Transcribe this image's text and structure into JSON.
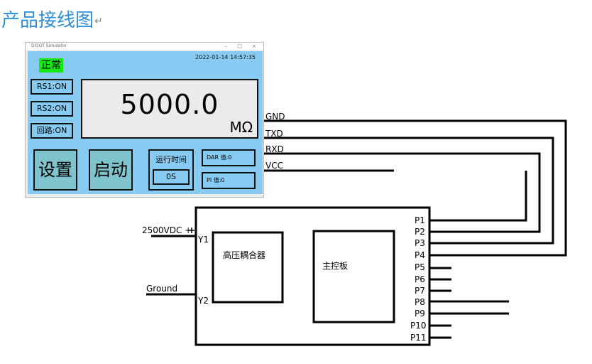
{
  "page_title": "产品接线图",
  "simulator": {
    "window_title": "DCIOT Simulator",
    "window_controls": "– □ ×",
    "status": "正常",
    "timestamp": "2022-01-14 14:57:35",
    "rs1": "RS1:ON",
    "rs2": "RS2:ON",
    "loop": "回路:ON",
    "reading": "5000.0",
    "unit": "MΩ",
    "settings_button": "设置",
    "start_button": "启动",
    "runtime_label": "运行时间",
    "runtime_value": "0S",
    "dar_value": "DAR 值:0",
    "pi_value": "PI 值:0"
  },
  "wiring": {
    "signals": [
      "GND",
      "TXD",
      "RXD",
      "VCC"
    ],
    "input_positive": "2500VDC +",
    "input_ground": "Ground",
    "coupler_ports": [
      "Y1",
      "Y2"
    ],
    "coupler_label": "高压耦合器",
    "controller_label": "主控板",
    "pins": [
      "P1",
      "P2",
      "P3",
      "P4",
      "P5",
      "P6",
      "P7",
      "P8",
      "P9",
      "P10",
      "P11"
    ]
  }
}
